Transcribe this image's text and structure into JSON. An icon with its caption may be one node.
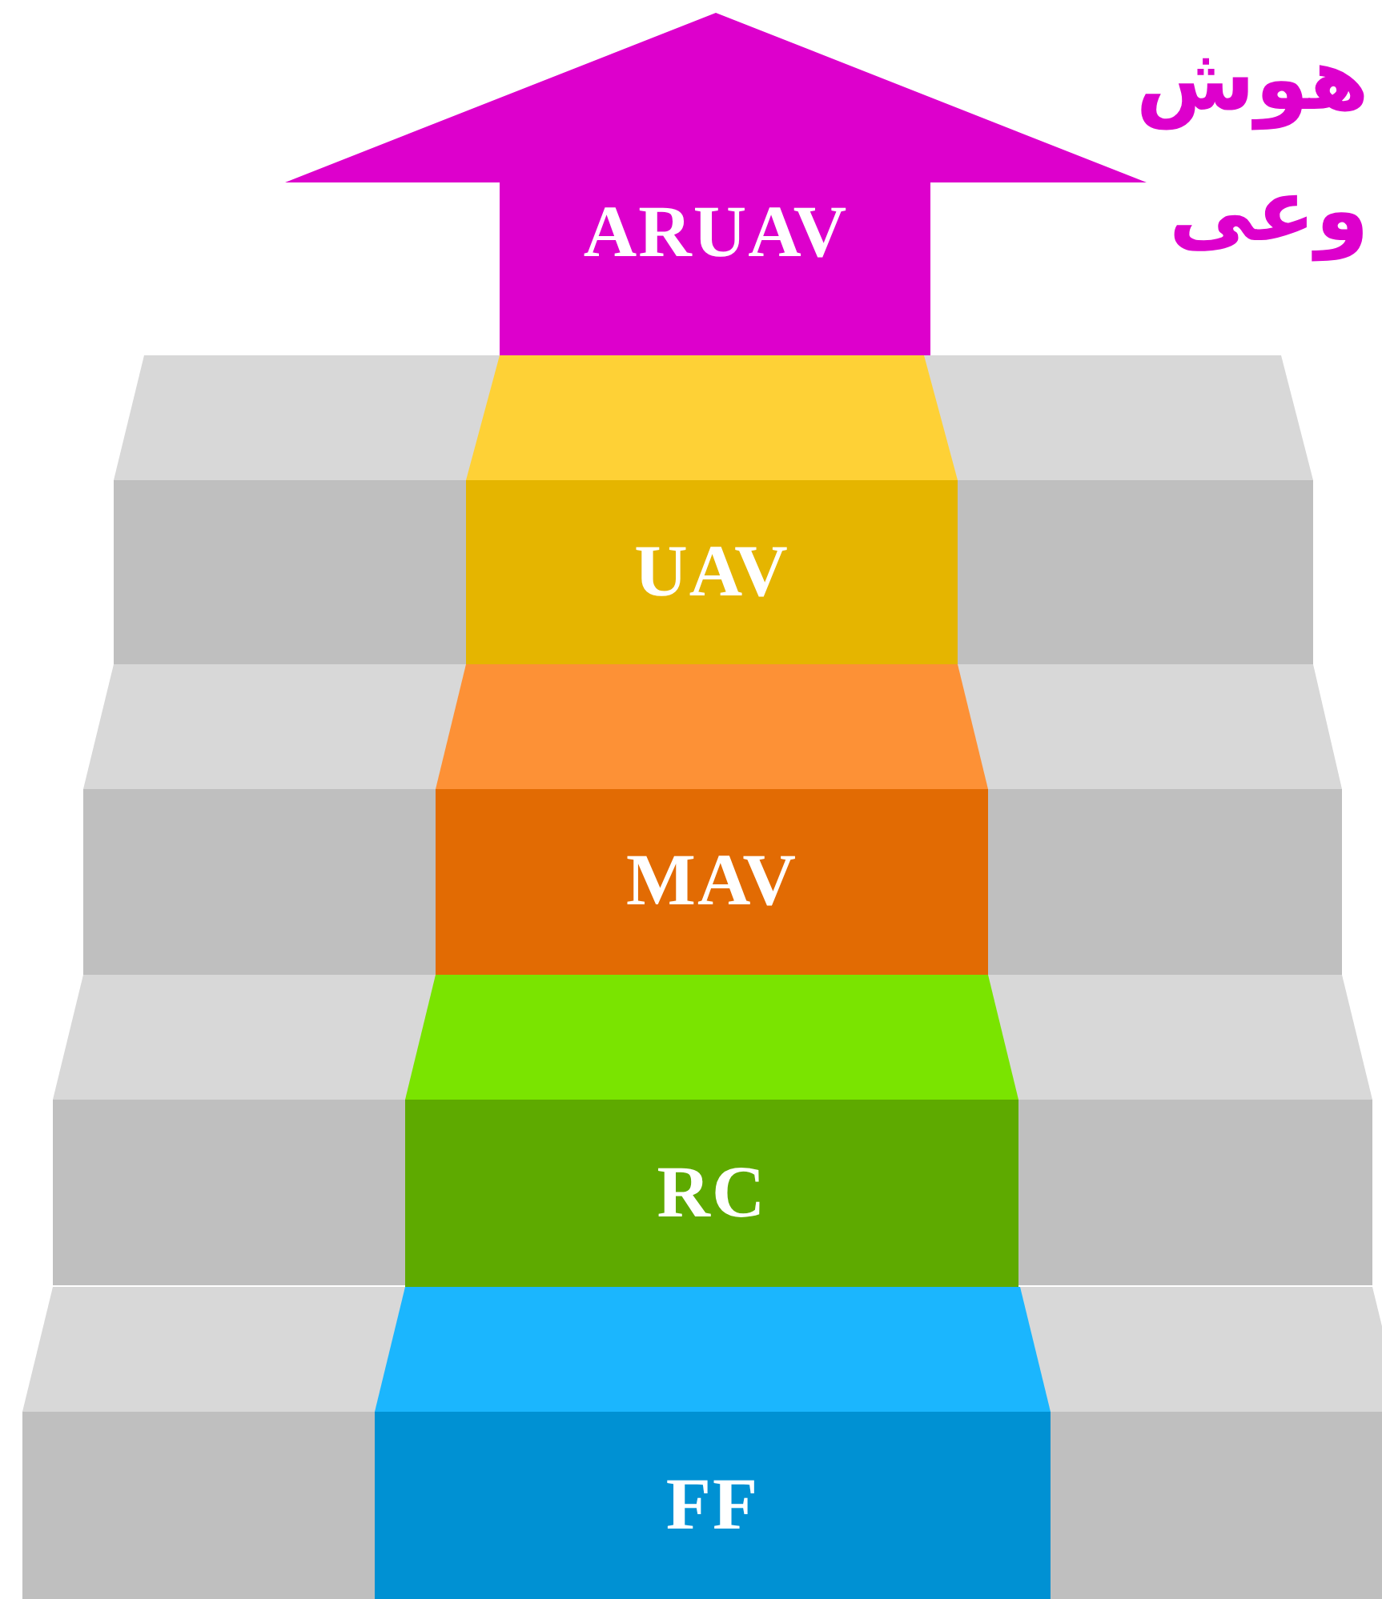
{
  "diagram": {
    "nodes": [
      {
        "text": [
          "ARUAV"
        ]
      },
      {
        "text": [
          "UAV"
        ]
      },
      {
        "text": [
          "MAV"
        ]
      },
      {
        "text": [
          "RC"
        ]
      },
      {
        "text": [
          "FF"
        ]
      }
    ],
    "labels": [
      "هوش",
      "وعی"
    ]
  }
}
